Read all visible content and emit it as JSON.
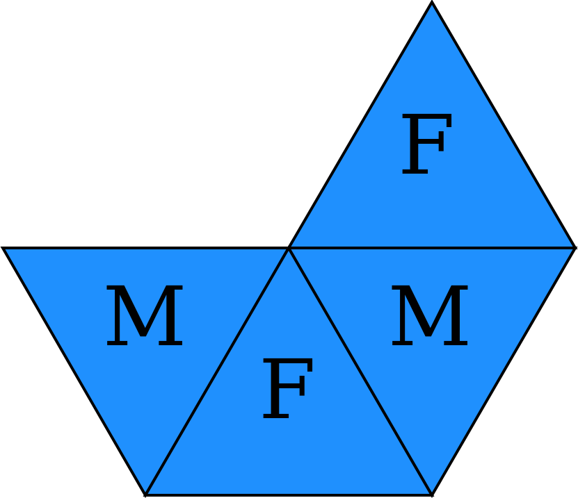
{
  "colors": {
    "fill": "#1f90fe",
    "stroke": "#000000",
    "background": "#ffffff"
  },
  "triangles": [
    {
      "id": "top",
      "label": "F"
    },
    {
      "id": "left",
      "label": "M"
    },
    {
      "id": "center",
      "label": "F"
    },
    {
      "id": "right",
      "label": "M"
    }
  ]
}
